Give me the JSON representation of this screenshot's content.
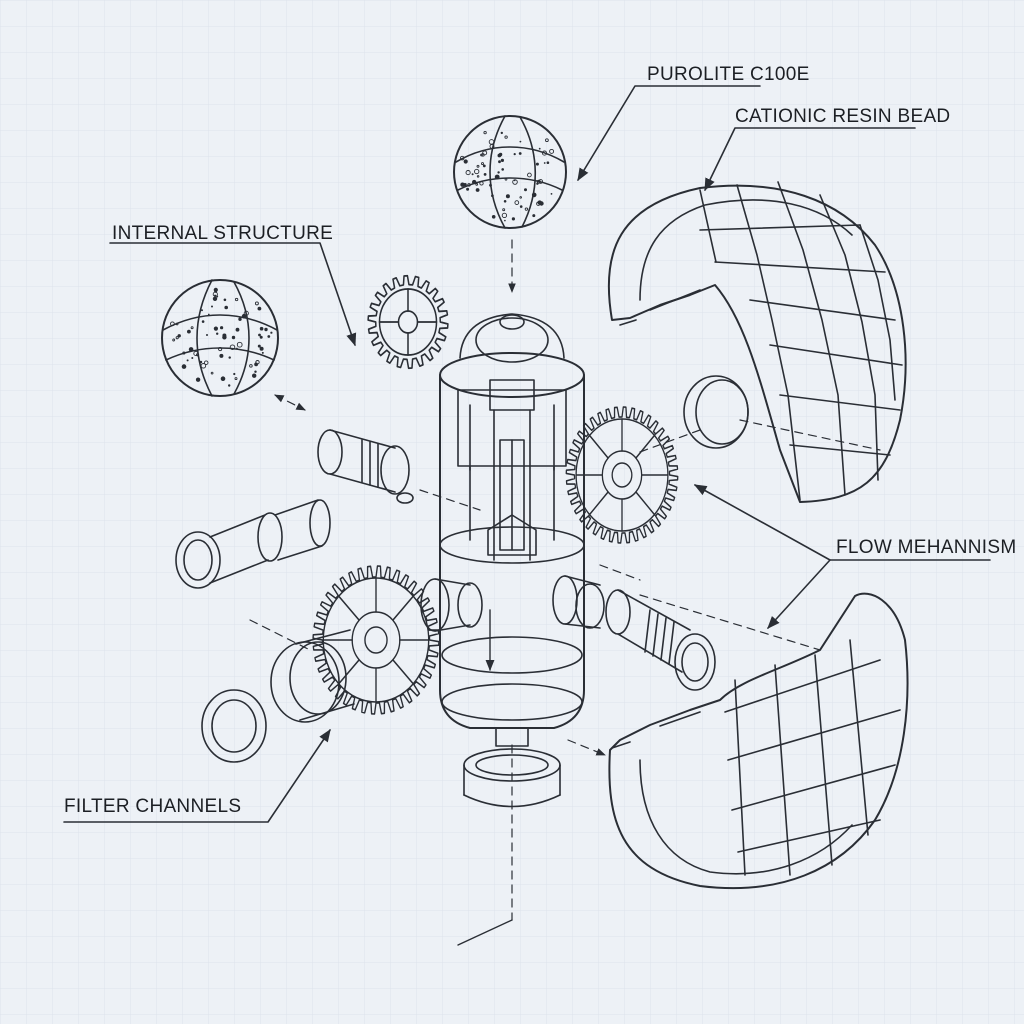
{
  "diagram": {
    "labels": {
      "purolite": "PUROLITE C100E",
      "cationic": "CATIONIC RESIN BEAD",
      "internal": "INTERNAL STRUCTURE",
      "flow": "FLOW MEHANNISM",
      "filter": "FILTER CHANNELS"
    },
    "colors": {
      "background": "#edf1f6",
      "grid": "#dfe5ee",
      "line": "#2a2e35",
      "text": "#1c1f24"
    }
  }
}
